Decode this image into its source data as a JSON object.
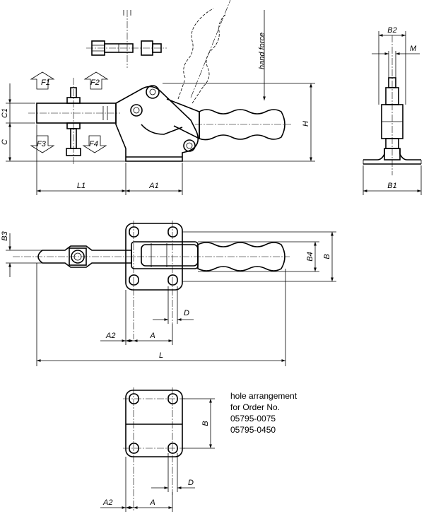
{
  "dimensions": {
    "C1": "C1",
    "C": "C",
    "L1": "L1",
    "A1": "A1",
    "H": "H",
    "B2": "B2",
    "M": "M",
    "B1": "B1",
    "B3": "B3",
    "B4": "B4",
    "B": "B",
    "D": "D",
    "A2": "A2",
    "A": "A",
    "L": "L"
  },
  "forces": {
    "F1": "F1",
    "F2": "F2",
    "F3": "F3",
    "F4": "F4"
  },
  "hand_force": "hand force",
  "note": {
    "line1": "hole arrangement",
    "line2": "for Order No.",
    "line3": "05795-0075",
    "line4": "05795-0450"
  },
  "lower": {
    "B": "B",
    "D": "D",
    "A2": "A2",
    "A": "A"
  }
}
